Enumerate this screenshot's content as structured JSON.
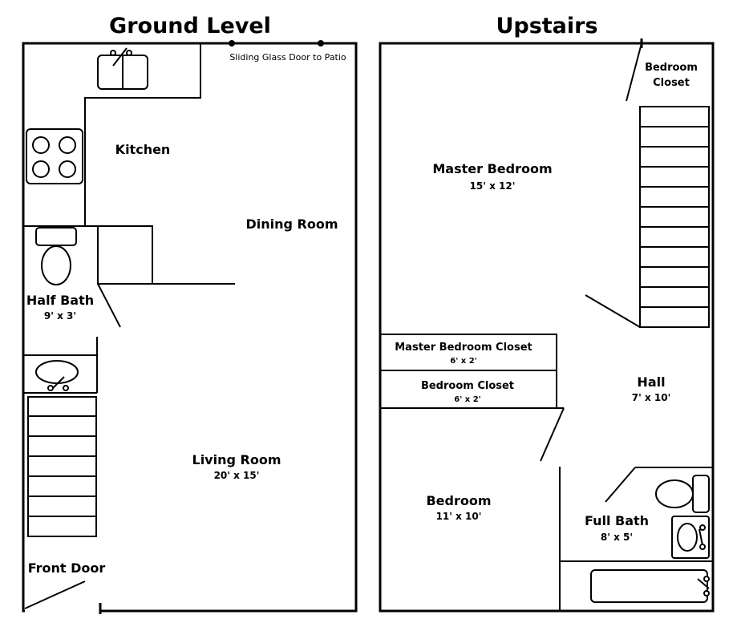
{
  "ground": {
    "title": "Ground Level",
    "sliding_door": "Sliding Glass Door to Patio",
    "kitchen": "Kitchen",
    "dining_room": "Dining Room",
    "half_bath": "Half Bath",
    "half_bath_dim": "9' x 3'",
    "living_room": "Living Room",
    "living_room_dim": "20' x 15'",
    "front_door": "Front Door"
  },
  "upstairs": {
    "title": "Upstairs",
    "bedroom_closet_top_1": "Bedroom",
    "bedroom_closet_top_2": "Closet",
    "master_bedroom": "Master Bedroom",
    "master_bedroom_dim": "15' x 12'",
    "master_closet": "Master Bedroom Closet",
    "master_closet_dim": "6' x 2'",
    "bedroom_closet": "Bedroom Closet",
    "bedroom_closet_dim": "6' x 2'",
    "hall": "Hall",
    "hall_dim": "7' x 10'",
    "bedroom": "Bedroom",
    "bedroom_dim": "11' x 10'",
    "full_bath": "Full Bath",
    "full_bath_dim": "8' x 5'"
  }
}
